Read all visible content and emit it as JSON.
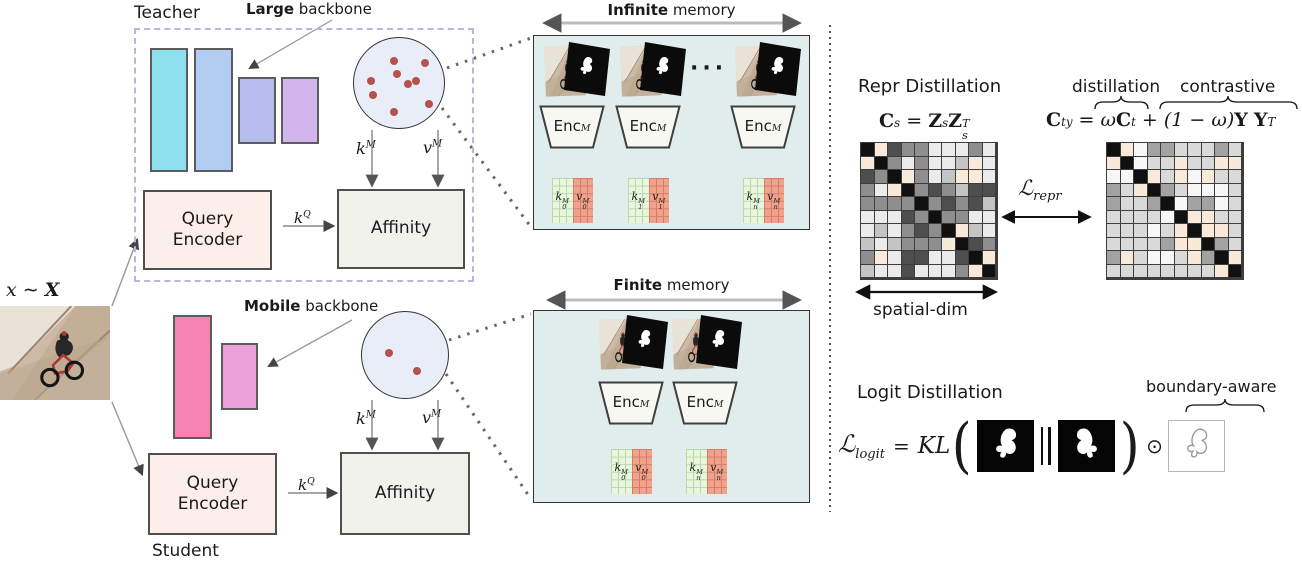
{
  "input": {
    "var": "x",
    "sim": "∼",
    "domain": "X"
  },
  "teacher": {
    "title": "Teacher",
    "backbone_bold": "Large",
    "backbone_rest": " backbone",
    "query_line1": "Query",
    "query_line2": "Encoder",
    "affinity": "Affinity",
    "memory_dots": [
      [
        36,
        19
      ],
      [
        67,
        21
      ],
      [
        13,
        39
      ],
      [
        39,
        32
      ],
      [
        50,
        42
      ],
      [
        58,
        39
      ],
      [
        71,
        62
      ],
      [
        36,
        70
      ],
      [
        15,
        53
      ]
    ]
  },
  "student": {
    "title": "Student",
    "backbone_bold": "Mobile",
    "backbone_rest": " backbone",
    "query_line1": "Query",
    "query_line2": "Encoder",
    "affinity": "Affinity",
    "memory_dots": [
      [
        23,
        37
      ],
      [
        51,
        55
      ]
    ]
  },
  "symbols": {
    "k": "k",
    "v": "v",
    "M": "M",
    "Q": "Q",
    "open_paren": "(",
    "close_paren": ")",
    "parallel": "∥",
    "odot": "⊙",
    "dots": "···"
  },
  "memory_top": {
    "title_bold": "Infinite",
    "title_rest": " memory",
    "enc": "Enc",
    "enc_sub": "M",
    "items": [
      {
        "k": "k",
        "v": "v",
        "sub": "0",
        "sup": "M"
      },
      {
        "k": "k",
        "v": "v",
        "sub": "1",
        "sup": "M"
      },
      {
        "k": "k",
        "v": "v",
        "sub": "n",
        "sup": "M"
      }
    ]
  },
  "memory_bottom": {
    "title_bold": "Finite",
    "title_rest": " memory",
    "enc": "Enc",
    "enc_sub": "M",
    "items": [
      {
        "k": "k",
        "v": "v",
        "sub": "0",
        "sup": "M"
      },
      {
        "k": "k",
        "v": "v",
        "sub": "n",
        "sup": "M"
      }
    ]
  },
  "repr": {
    "title": "Repr Distillation",
    "distillation": "distillation",
    "contrastive": "contrastive",
    "spatial": "spatial-dim",
    "loss": "ℒ",
    "loss_sub": "repr",
    "eq_s": {
      "C": "C",
      "s": "s",
      "eq": "=",
      "Z": "Z",
      "T": "T"
    },
    "eq_t": {
      "C": "C",
      "ty": "ty",
      "eq": "=",
      "omega": "ω",
      "t": "t",
      "plus": "+",
      "oneminus": "(1 − ω)",
      "Y": "Y",
      "T": "T"
    }
  },
  "logit": {
    "title": "Logit Distillation",
    "boundary": "boundary-aware",
    "loss": "ℒ",
    "loss_sub": "logit",
    "eq": "=",
    "kl": "KL"
  },
  "matrices": {
    "student": [
      [
        "#101010",
        "#f9e9d8",
        "#4e4e4e",
        "#8e8e8e",
        "#8e8e8e",
        "#ebebeb",
        "#ebebeb",
        "#ebebeb",
        "#8e8e8e",
        "#ebebeb"
      ],
      [
        "#f9e9d8",
        "#101010",
        "#8e8e8e",
        "#ebebeb",
        "#8e8e8e",
        "#ebebeb",
        "#ebebeb",
        "#c4c4c4",
        "#f9e9d8",
        "#ebebeb"
      ],
      [
        "#4e4e4e",
        "#8e8e8e",
        "#101010",
        "#f9e9d8",
        "#8e8e8e",
        "#ebebeb",
        "#c4c4c4",
        "#f9e9d8",
        "#f9e9d8",
        "#ebebeb"
      ],
      [
        "#8e8e8e",
        "#ebebeb",
        "#f9e9d8",
        "#101010",
        "#8e8e8e",
        "#4e4e4e",
        "#8e8e8e",
        "#c4c4c4",
        "#4e4e4e",
        "#4e4e4e"
      ],
      [
        "#8e8e8e",
        "#8e8e8e",
        "#8e8e8e",
        "#8e8e8e",
        "#101010",
        "#8e8e8e",
        "#4e4e4e",
        "#8e8e8e",
        "#4e4e4e",
        "#c4c4c4"
      ],
      [
        "#ebebeb",
        "#ebebeb",
        "#ebebeb",
        "#4e4e4e",
        "#8e8e8e",
        "#101010",
        "#8e8e8e",
        "#8e8e8e",
        "#ebebeb",
        "#ebebeb"
      ],
      [
        "#ebebeb",
        "#c4c4c4",
        "#ebebeb",
        "#8e8e8e",
        "#4e4e4e",
        "#8e8e8e",
        "#101010",
        "#f9e9d8",
        "#c4c4c4",
        "#ebebeb"
      ],
      [
        "#c4c4c4",
        "#ebebeb",
        "#c4c4c4",
        "#8e8e8e",
        "#8e8e8e",
        "#8e8e8e",
        "#f9e9d8",
        "#101010",
        "#4e4e4e",
        "#8e8e8e"
      ],
      [
        "#8e8e8e",
        "#f9e9d8",
        "#ebebeb",
        "#4e4e4e",
        "#4e4e4e",
        "#ebebeb",
        "#ebebeb",
        "#4e4e4e",
        "#101010",
        "#f9e9d8"
      ],
      [
        "#c4c4c4",
        "#ebebeb",
        "#ebebeb",
        "#4e4e4e",
        "#ebebeb",
        "#ebebeb",
        "#ebebeb",
        "#8e8e8e",
        "#f9e9d8",
        "#101010"
      ]
    ],
    "teacher": [
      [
        "#101010",
        "#f9e9d8",
        "#f7f7f7",
        "#a2a2a2",
        "#a2a2a2",
        "#d9d9d9",
        "#d9d9d9",
        "#d9d9d9",
        "#a2a2a2",
        "#d9d9d9"
      ],
      [
        "#f9e9d8",
        "#101010",
        "#f7f7f7",
        "#d9d9d9",
        "#d9d9d9",
        "#f9e9d8",
        "#d9d9d9",
        "#d9d9d9",
        "#f9e9d8",
        "#f9e9d8"
      ],
      [
        "#f7f7f7",
        "#f7f7f7",
        "#101010",
        "#f9e9d8",
        "#d9d9d9",
        "#f9e9d8",
        "#f7f7f7",
        "#f9e9d8",
        "#d9d9d9",
        "#d9d9d9"
      ],
      [
        "#a2a2a2",
        "#d9d9d9",
        "#f9e9d8",
        "#101010",
        "#a2a2a2",
        "#d9d9d9",
        "#f7f7f7",
        "#f7f7f7",
        "#f7f7f7",
        "#d9d9d9"
      ],
      [
        "#a2a2a2",
        "#d9d9d9",
        "#d9d9d9",
        "#a2a2a2",
        "#101010",
        "#f7f7f7",
        "#a2a2a2",
        "#a2a2a2",
        "#f7f7f7",
        "#d9d9d9"
      ],
      [
        "#d9d9d9",
        "#d9d9d9",
        "#d9d9d9",
        "#d9d9d9",
        "#f7f7f7",
        "#101010",
        "#f9e9d8",
        "#f9e9d8",
        "#d9d9d9",
        "#d9d9d9"
      ],
      [
        "#d9d9d9",
        "#d9d9d9",
        "#d9d9d9",
        "#f7f7f7",
        "#d9d9d9",
        "#f9e9d8",
        "#101010",
        "#f9e9d8",
        "#f9e9d8",
        "#d9d9d9"
      ],
      [
        "#d9d9d9",
        "#d9d9d9",
        "#d9d9d9",
        "#d9d9d9",
        "#a2a2a2",
        "#f9e9d8",
        "#f9e9d8",
        "#101010",
        "#a2a2a2",
        "#d9d9d9"
      ],
      [
        "#a2a2a2",
        "#f9e9d8",
        "#d9d9d9",
        "#f7f7f7",
        "#f7f7f7",
        "#d9d9d9",
        "#f9e9d8",
        "#a2a2a2",
        "#101010",
        "#f9e9d8"
      ],
      [
        "#d9d9d9",
        "#d9d9d9",
        "#d9d9d9",
        "#d9d9d9",
        "#d9d9d9",
        "#d9d9d9",
        "#d9d9d9",
        "#d9d9d9",
        "#f9e9d8",
        "#101010"
      ]
    ]
  }
}
